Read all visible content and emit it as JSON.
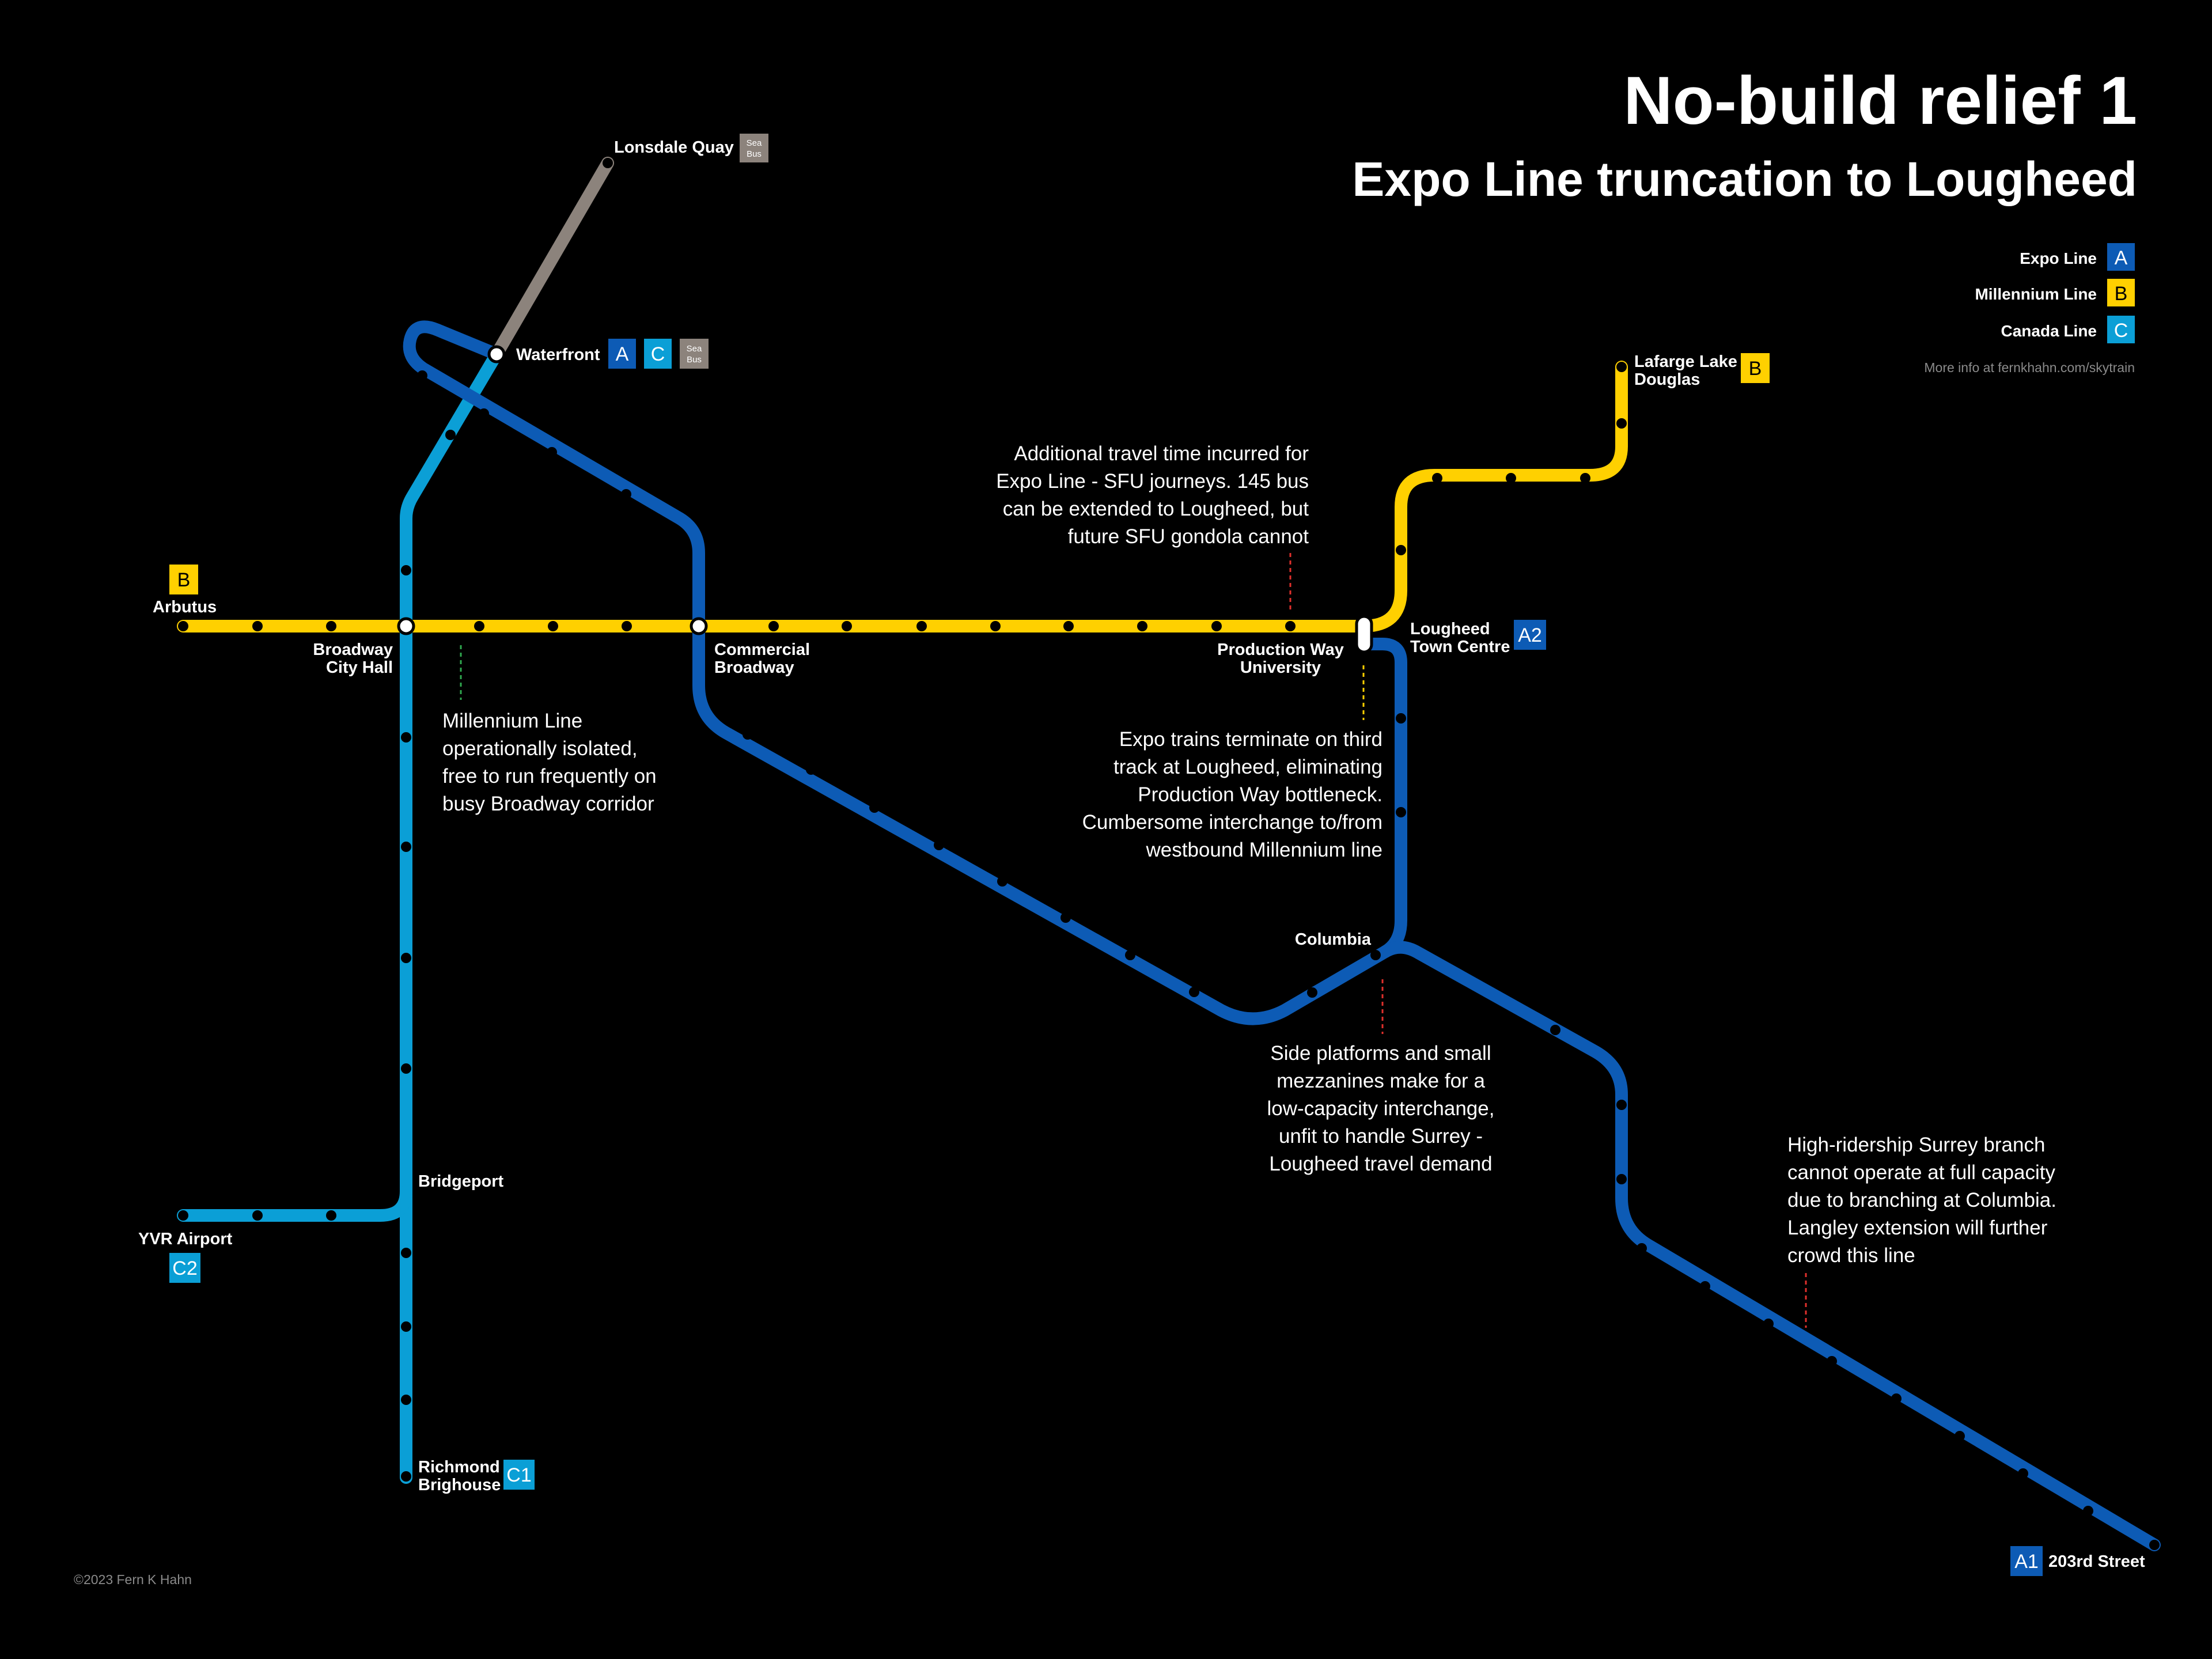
{
  "title": "No-build relief 1",
  "subtitle": "Expo Line truncation to Lougheed",
  "colors": {
    "background": "#000000",
    "expo": "#0d5bb5",
    "millennium": "#ffd000",
    "canada": "#0b9fd6",
    "seabus": "#8c837c",
    "note_leader_red": "#e0302c",
    "note_leader_green": "#2fa84f",
    "note_leader_yellow": "#ffd000"
  },
  "legend": [
    {
      "label": "Expo Line",
      "badge": "A",
      "color": "#0d5bb5",
      "text_color": "#ffffff"
    },
    {
      "label": "Millennium Line",
      "badge": "B",
      "color": "#ffd000",
      "text_color": "#000000"
    },
    {
      "label": "Canada Line",
      "badge": "C",
      "color": "#0b9fd6",
      "text_color": "#ffffff"
    }
  ],
  "more_info": "More info at fernkhahn.com/skytrain",
  "copyright": "©2023 Fern K Hahn",
  "stations": {
    "lonsdale": "Lonsdale Quay",
    "waterfront": "Waterfront",
    "arbutus": "Arbutus",
    "broadway_city_hall": [
      "Broadway",
      "City Hall"
    ],
    "commercial_broadway": [
      "Commercial",
      "Broadway"
    ],
    "production_way": [
      "Production Way",
      "University"
    ],
    "lougheed": [
      "Lougheed",
      "Town Centre"
    ],
    "lafarge": [
      "Lafarge Lake",
      "Douglas"
    ],
    "columbia": "Columbia",
    "bridgeport": "Bridgeport",
    "yvr": "YVR Airport",
    "richmond": [
      "Richmond",
      "Brighouse"
    ],
    "king_george": "203rd Street"
  },
  "badges": {
    "a": "A",
    "b": "B",
    "c": "C",
    "a1": "A1",
    "a2": "A2",
    "c1": "C1",
    "c2": "C2",
    "seabus": [
      "Sea",
      "Bus"
    ]
  },
  "notes": {
    "sfu": [
      "Additional travel time incurred for",
      "Expo Line - SFU journeys. 145 bus",
      "can be extended to Lougheed, but",
      "future SFU gondola cannot"
    ],
    "millennium": [
      "Millennium Line",
      "operationally isolated,",
      "free to run frequently on",
      "busy Broadway corridor"
    ],
    "lougheed": [
      "Expo trains terminate on third",
      "track at Lougheed, eliminating",
      "Production Way bottleneck.",
      "Cumbersome interchange to/from",
      "westbound Millennium line"
    ],
    "columbia": [
      "Side platforms and small",
      "mezzanines make for a",
      "low-capacity interchange,",
      "unfit to handle Surrey -",
      "Lougheed travel demand"
    ],
    "surrey": [
      "High-ridership Surrey branch",
      "cannot operate at full capacity",
      "due to branching at Columbia.",
      "Langley extension will further",
      "crowd this line"
    ]
  }
}
